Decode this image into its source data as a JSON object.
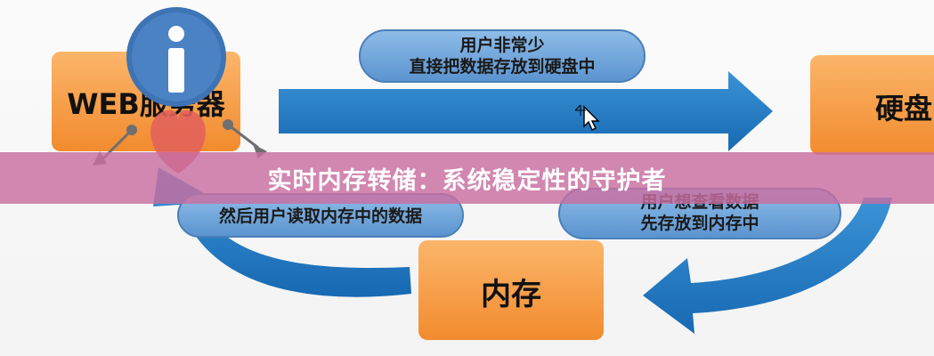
{
  "banner": {
    "title": "实时内存转储：系统稳定性的守护者"
  },
  "nodes": {
    "web_server": "WEB服务器",
    "disk": "硬盘",
    "memory": "内存"
  },
  "captions": {
    "top_line1": "用户非常少",
    "top_line2": "直接把数据存放到硬盘中",
    "right_line1": "用户想查看数据",
    "right_line2": "先存放到内存中",
    "left_line1": "然后用户读取内存中的数据"
  },
  "icons": {
    "info": "info-icon",
    "heart": "heart-icon",
    "cursor": "move-cursor-icon"
  },
  "colors": {
    "orange": "#f7a04a",
    "arrow_blue": "#1f7fc8",
    "pill_blue": "#6fa6db",
    "info_blue": "#3e73b4",
    "heart_red": "#e2625a",
    "banner_pink": "#c86ea0"
  }
}
